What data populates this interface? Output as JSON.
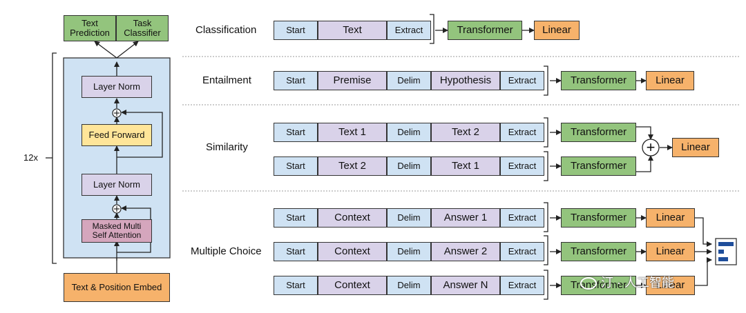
{
  "left": {
    "top_boxes": [
      "Text\nPrediction",
      "Task\nClassifier"
    ],
    "repeat": "12x",
    "layer_norm_top": "Layer Norm",
    "feed_forward": "Feed Forward",
    "layer_norm_bottom": "Layer Norm",
    "attention": "Masked Multi\nSelf Attention",
    "embed": "Text & Position Embed"
  },
  "tasks": {
    "classification": {
      "label": "Classification",
      "tokens": [
        "Start",
        "Text",
        "Extract"
      ],
      "transformer": "Transformer",
      "linear": "Linear"
    },
    "entailment": {
      "label": "Entailment",
      "tokens": [
        "Start",
        "Premise",
        "Delim",
        "Hypothesis",
        "Extract"
      ],
      "transformer": "Transformer",
      "linear": "Linear"
    },
    "similarity": {
      "label": "Similarity",
      "rows": [
        {
          "tokens": [
            "Start",
            "Text 1",
            "Delim",
            "Text 2",
            "Extract"
          ],
          "transformer": "Transformer"
        },
        {
          "tokens": [
            "Start",
            "Text 2",
            "Delim",
            "Text 1",
            "Extract"
          ],
          "transformer": "Transformer"
        }
      ],
      "plus": "+",
      "linear": "Linear"
    },
    "multiple_choice": {
      "label": "Multiple Choice",
      "rows": [
        {
          "tokens": [
            "Start",
            "Context",
            "Delim",
            "Answer 1",
            "Extract"
          ],
          "transformer": "Transformer",
          "linear": "Linear"
        },
        {
          "tokens": [
            "Start",
            "Context",
            "Delim",
            "Answer 2",
            "Extract"
          ],
          "transformer": "Transformer",
          "linear": "Linear"
        },
        {
          "tokens": [
            "Start",
            "Context",
            "Delim",
            "Answer N",
            "Extract"
          ],
          "transformer": "Transformer",
          "linear": "Linear"
        }
      ]
    }
  },
  "watermark": "汀 · 人工智能",
  "colors": {
    "blue": "#cfe2f3",
    "purple": "#d9d2e9",
    "green": "#93c47d",
    "orange": "#f6b26b",
    "yellow": "#ffe599",
    "pink": "#d5a6bd"
  }
}
